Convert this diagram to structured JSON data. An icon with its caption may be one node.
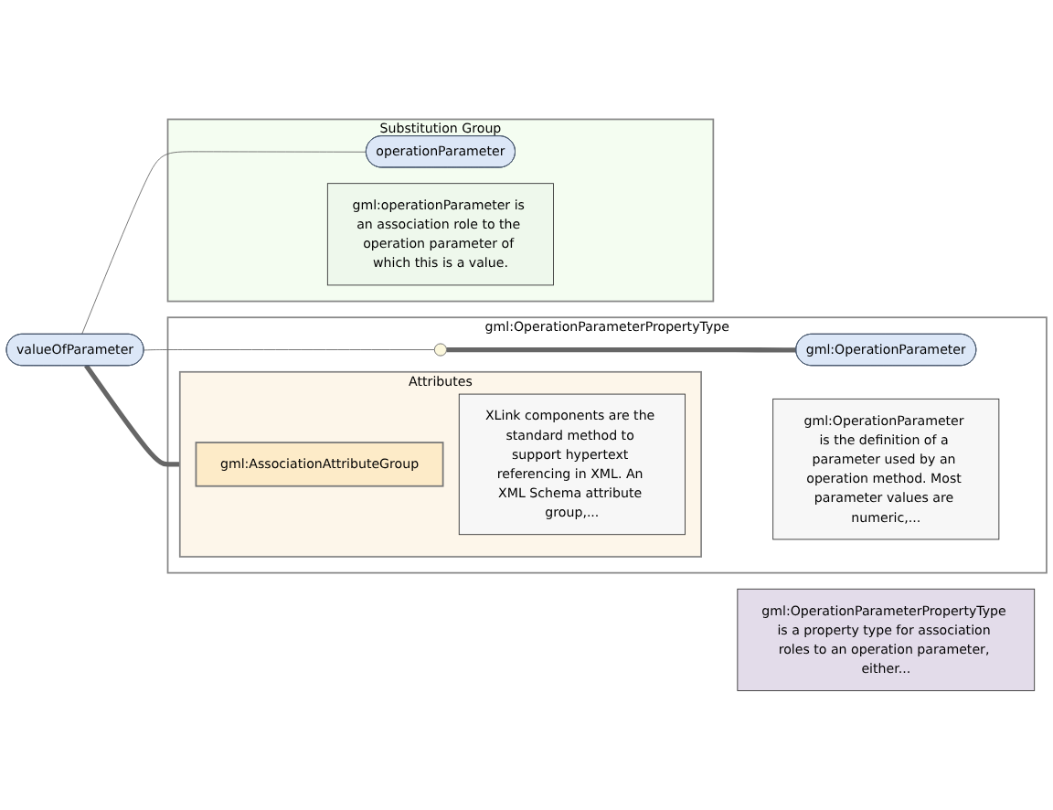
{
  "diagram": {
    "nodes": [
      {
        "text": [
          "valueOfParameter"
        ]
      },
      {
        "text": [
          "gml:OperationParameterPropertyType"
        ]
      },
      {
        "text": [
          "Attributes"
        ],
        "in": 1
      },
      {
        "text": [
          "gml:AssociationAttributeGroup"
        ],
        "in": 2
      },
      {
        "text": [
          "XLink components are the standard method to support hypertext referencing in XML. An XML Schema attribute group,..."
        ],
        "in": 2
      },
      {
        "text": [],
        "shape": "circle",
        "in": 1
      },
      {
        "text": [
          "gml:OperationParameter"
        ],
        "in": 1
      },
      {
        "text": [
          "gml:OperationParameter is the definition of a parameter used by an operation method. Most parameter values are numeric,..."
        ],
        "in": 1
      },
      {
        "text": [
          "gml:OperationParameterPropertyType is a property type for association roles to an operation parameter, either..."
        ]
      },
      {
        "text": [
          "Substitution Group"
        ]
      },
      {
        "text": [
          "operationParameter"
        ],
        "in": 9
      },
      {
        "text": [
          "gml:operationParameter is an association role to the operation parameter of which this is a value."
        ],
        "in": 9
      }
    ],
    "edges": [
      {
        "from": 0,
        "to": 2,
        "arrow": "none",
        "style": "thick"
      },
      {
        "from": 0,
        "to": 5,
        "arrow": "none"
      },
      {
        "from": 5,
        "to": 6,
        "arrow": "none",
        "style": "thick"
      },
      {
        "from": 0,
        "to": 10,
        "arrow": "none"
      }
    ]
  }
}
